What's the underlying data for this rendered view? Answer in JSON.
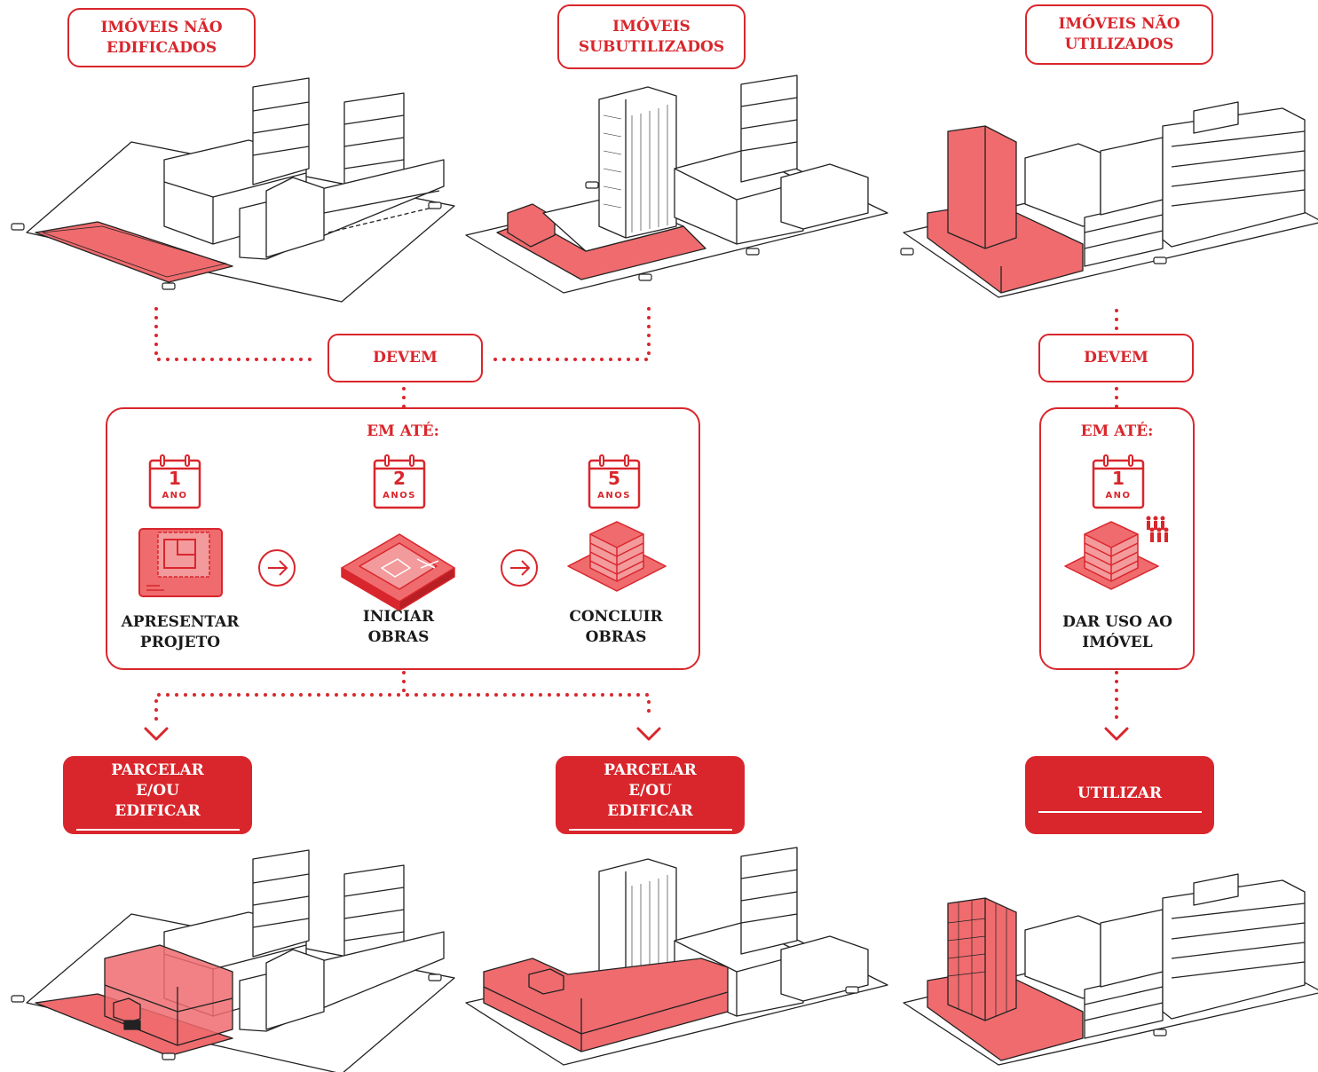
{
  "colors": {
    "accent": "#d9262c",
    "fill": "#ee6e71",
    "ink": "#1a1a1a"
  },
  "categories": {
    "nao_edificados": "IMÓVEIS NÃO EDIFICADOS",
    "subutilizados": "IMÓVEIS SUBUTILIZADOS",
    "nao_utilizados": "IMÓVEIS NÃO UTILIZADOS"
  },
  "flow_left": {
    "devem": "DEVEM",
    "em_ate": "EM ATÉ:",
    "steps": [
      {
        "number": "1",
        "unit": "ANO",
        "label": "APRESENTAR PROJETO",
        "icon": "floor-plan-icon"
      },
      {
        "number": "2",
        "unit": "ANOS",
        "label": "INICIAR OBRAS",
        "icon": "construction-site-icon"
      },
      {
        "number": "5",
        "unit": "ANOS",
        "label": "CONCLUIR OBRAS",
        "icon": "building-stack-icon"
      }
    ]
  },
  "flow_right": {
    "devem": "DEVEM",
    "em_ate": "EM ATÉ:",
    "step": {
      "number": "1",
      "unit": "ANO",
      "label": "DAR USO AO IMÓVEL",
      "icon": "building-people-icon"
    }
  },
  "outcomes": {
    "parcelar_1": "PARCELAR E/OU EDIFICAR",
    "parcelar_2": "PARCELAR E/OU EDIFICAR",
    "utilizar": "UTILIZAR"
  }
}
